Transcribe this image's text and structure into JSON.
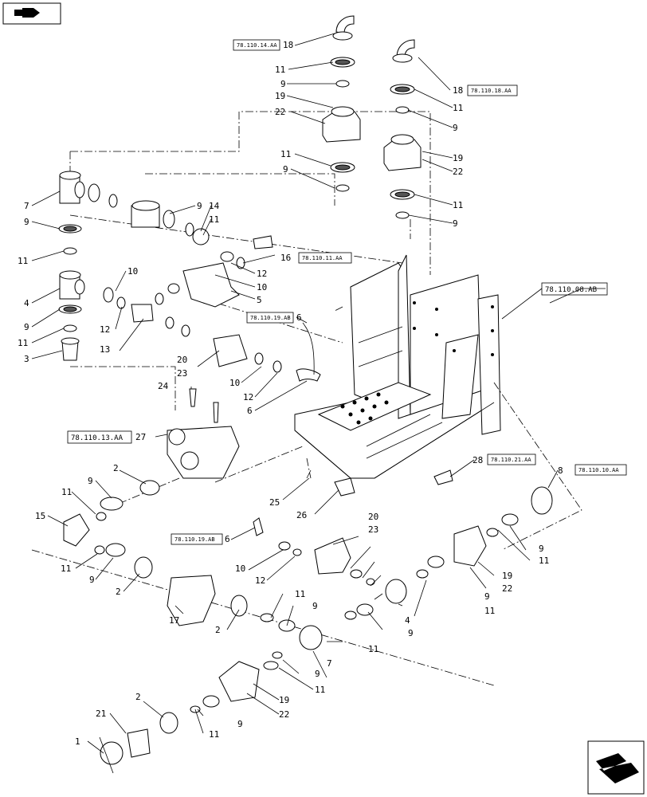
{
  "callouts": [
    {
      "id": "c18a",
      "text": "18"
    },
    {
      "id": "c11a",
      "text": "11"
    },
    {
      "id": "c9a",
      "text": "9"
    },
    {
      "id": "c19a",
      "text": "19"
    },
    {
      "id": "c22a",
      "text": "22"
    },
    {
      "id": "c11b",
      "text": "11"
    },
    {
      "id": "c9b",
      "text": "9"
    },
    {
      "id": "c18b",
      "text": "18"
    },
    {
      "id": "c11c",
      "text": "11"
    },
    {
      "id": "c9c",
      "text": "9"
    },
    {
      "id": "c19b",
      "text": "19"
    },
    {
      "id": "c22b",
      "text": "22"
    },
    {
      "id": "c11d",
      "text": "11"
    },
    {
      "id": "c9d",
      "text": "9"
    },
    {
      "id": "c7a",
      "text": "7"
    },
    {
      "id": "c9e",
      "text": "9"
    },
    {
      "id": "c11e",
      "text": "11"
    },
    {
      "id": "c14",
      "text": "14"
    },
    {
      "id": "c9f",
      "text": "9"
    },
    {
      "id": "c11f",
      "text": "11"
    },
    {
      "id": "c16",
      "text": "16"
    },
    {
      "id": "c12a",
      "text": "12"
    },
    {
      "id": "c10a",
      "text": "10"
    },
    {
      "id": "c5",
      "text": "5"
    },
    {
      "id": "c10b",
      "text": "10"
    },
    {
      "id": "c4a",
      "text": "4"
    },
    {
      "id": "c9g",
      "text": "9"
    },
    {
      "id": "c11g",
      "text": "11"
    },
    {
      "id": "c3",
      "text": "3"
    },
    {
      "id": "c12b",
      "text": "12"
    },
    {
      "id": "c13",
      "text": "13"
    },
    {
      "id": "c6a",
      "text": "6"
    },
    {
      "id": "c20a",
      "text": "20"
    },
    {
      "id": "c23a",
      "text": "23"
    },
    {
      "id": "c10c",
      "text": "10"
    },
    {
      "id": "c12c",
      "text": "12"
    },
    {
      "id": "c6b",
      "text": "6"
    },
    {
      "id": "c24",
      "text": "24"
    },
    {
      "id": "c27",
      "text": "27"
    },
    {
      "id": "c28",
      "text": "28"
    },
    {
      "id": "c8",
      "text": "8"
    },
    {
      "id": "c2a",
      "text": "2"
    },
    {
      "id": "c9h",
      "text": "9"
    },
    {
      "id": "c11h",
      "text": "11"
    },
    {
      "id": "c15",
      "text": "15"
    },
    {
      "id": "c25",
      "text": "25"
    },
    {
      "id": "c26",
      "text": "26"
    },
    {
      "id": "c6c",
      "text": "6"
    },
    {
      "id": "c20b",
      "text": "20"
    },
    {
      "id": "c23b",
      "text": "23"
    },
    {
      "id": "c10d",
      "text": "10"
    },
    {
      "id": "c12d",
      "text": "12"
    },
    {
      "id": "c9i",
      "text": "9"
    },
    {
      "id": "c11i",
      "text": "11"
    },
    {
      "id": "c19c",
      "text": "19"
    },
    {
      "id": "c22c",
      "text": "22"
    },
    {
      "id": "c9j",
      "text": "9"
    },
    {
      "id": "c11j",
      "text": "11"
    },
    {
      "id": "c11k",
      "text": "11"
    },
    {
      "id": "c9k",
      "text": "9"
    },
    {
      "id": "c2b",
      "text": "2"
    },
    {
      "id": "c4b",
      "text": "4"
    },
    {
      "id": "c9l",
      "text": "9"
    },
    {
      "id": "c17",
      "text": "17"
    },
    {
      "id": "c2c",
      "text": "2"
    },
    {
      "id": "c11l",
      "text": "11"
    },
    {
      "id": "c9m",
      "text": "9"
    },
    {
      "id": "c7b",
      "text": "7"
    },
    {
      "id": "c11m",
      "text": "11"
    },
    {
      "id": "c9n",
      "text": "9"
    },
    {
      "id": "c11n",
      "text": "11"
    },
    {
      "id": "c19d",
      "text": "19"
    },
    {
      "id": "c22d",
      "text": "22"
    },
    {
      "id": "c2d",
      "text": "2"
    },
    {
      "id": "c21",
      "text": "21"
    },
    {
      "id": "c1",
      "text": "1"
    },
    {
      "id": "c9o",
      "text": "9"
    },
    {
      "id": "c11o",
      "text": "11"
    }
  ],
  "refs": {
    "r_top_left": "78.110.14.AA",
    "r_top_right": "78.110.18.AA",
    "r_16": "78.110.11.AA",
    "r_6a": "78.110.19.AB",
    "r_main": "78.110.08.AB",
    "r_13": "78.110.13.AA",
    "r_28": "78.110.21.AA",
    "r_8": "78.110.10.AA",
    "r_6c": "78.110.19.AB"
  },
  "nav": {
    "top_icon": "previous-page-icon",
    "bottom_icon": "next-page-icon"
  }
}
